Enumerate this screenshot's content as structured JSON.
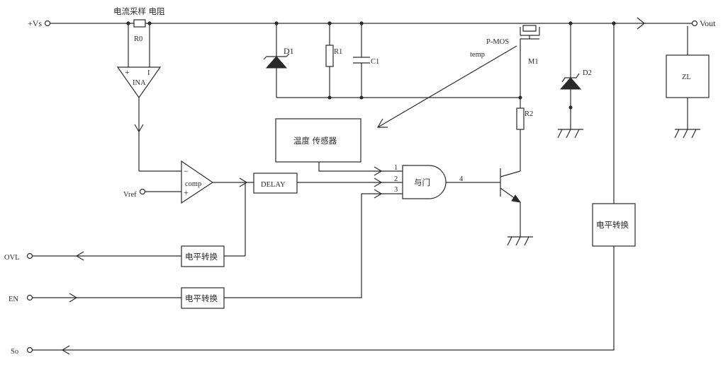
{
  "labels": {
    "vs": "+Vs",
    "vout": "Vout",
    "shunt_title": "电流采样 电阻",
    "r0": "R0",
    "ina": "INA",
    "ina_plus": "+",
    "ina_minus": "I",
    "d1": "D1",
    "r1": "R1",
    "c1": "C1",
    "pmos": "P-MOS",
    "temp": "temp",
    "m1": "M1",
    "d2": "D2",
    "r2": "R2",
    "zl": "ZL",
    "temp_sensor": "温度 传感器",
    "comp": "comp",
    "comp_minus": "−",
    "comp_plus": "+",
    "vref": "Vref",
    "delay": "DELAY",
    "and_gate": "与门",
    "pin1": "1",
    "pin2": "2",
    "pin3": "3",
    "pin4": "4",
    "level_ovl": "电平转换",
    "level_en": "电平转换",
    "level_so": "电平转换",
    "ovl": "OVL",
    "en": "EN",
    "so": "So"
  }
}
